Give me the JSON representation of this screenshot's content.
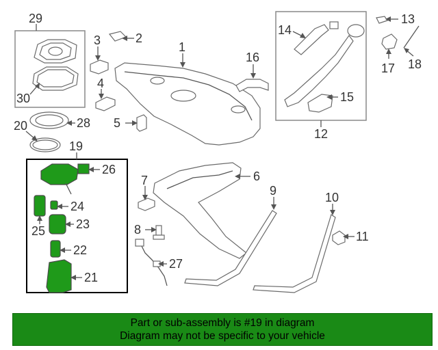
{
  "colors": {
    "banner_bg": "#1a8a16",
    "highlight_fill": "#1f9a1a",
    "line": "#555555"
  },
  "callouts": [
    "1",
    "2",
    "3",
    "4",
    "5",
    "6",
    "7",
    "8",
    "9",
    "10",
    "11",
    "12",
    "13",
    "14",
    "15",
    "16",
    "17",
    "18",
    "19",
    "20",
    "21",
    "22",
    "23",
    "24",
    "25",
    "26",
    "27",
    "28",
    "29",
    "30"
  ],
  "banner": {
    "line1": "Part or sub-assembly is #19 in diagram",
    "line2": "Diagram may not be specific to your vehicle"
  }
}
